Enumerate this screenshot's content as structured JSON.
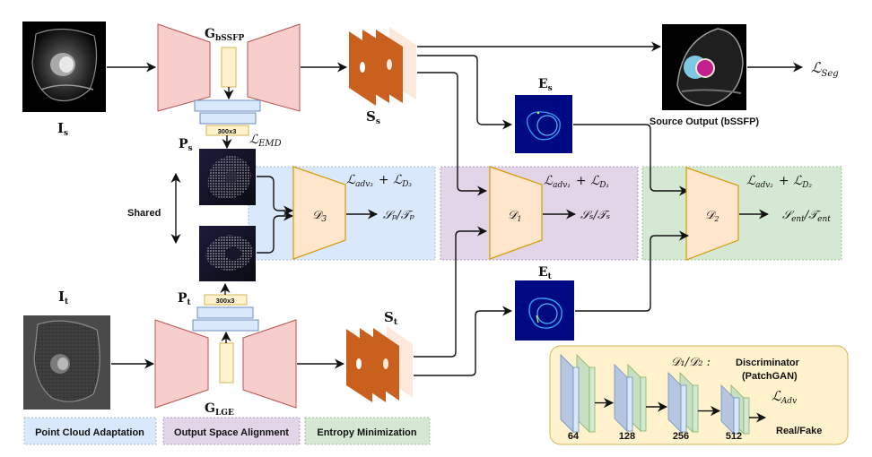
{
  "inputs": {
    "source_image_label": "I",
    "source_image_sub": "s",
    "target_image_label": "I",
    "target_image_sub": "t"
  },
  "generators": {
    "source": {
      "label": "G",
      "sub": "bSSFP",
      "bottleneck_label": "300x3"
    },
    "target": {
      "label": "G",
      "sub": "LGE",
      "bottleneck_label": "300x3"
    }
  },
  "point_clouds": {
    "source_label": "P",
    "source_sub": "s",
    "target_label": "P",
    "target_sub": "t",
    "emd_loss_main": "ℒ",
    "emd_loss_sub": "EMD",
    "shared_label": "Shared"
  },
  "segmentations": {
    "source_label": "S",
    "source_sub": "s",
    "target_label": "S",
    "target_sub": "t"
  },
  "entropy_maps": {
    "source_label": "E",
    "source_sub": "s",
    "target_label": "E",
    "target_sub": "t"
  },
  "source_output": {
    "caption": "Source Output (bSSFP)",
    "loss_main": "ℒ",
    "loss_sub": "Seg"
  },
  "discriminators": {
    "d3": {
      "name": "𝒟",
      "sub": "3",
      "loss": "ℒ",
      "loss_sub": "adv₃",
      "loss2_sub": "D₃",
      "output": "𝒮ₚ/𝒯ₚ"
    },
    "d1": {
      "name": "𝒟",
      "sub": "1",
      "loss": "ℒ",
      "loss_sub": "adv₁",
      "loss2_sub": "D₁",
      "output": "𝒮ₛ/𝒯ₛ"
    },
    "d2": {
      "name": "𝒟",
      "sub": "2",
      "loss": "ℒ",
      "loss_sub": "adv₂",
      "loss2_sub": "D₂",
      "output_main_s": "𝒮",
      "output_main_t": "𝒯",
      "output_sub": "ent"
    }
  },
  "legend": {
    "point_cloud": {
      "label": "Point Cloud Adaptation",
      "color": "#dae8fc"
    },
    "output_space": {
      "label": "Output Space Alignment",
      "color": "#e1d5e7"
    },
    "entropy": {
      "label": "Entropy Minimization",
      "color": "#d5e8d4"
    }
  },
  "patchgan": {
    "title_math": "𝒟₁/𝒟₂ :",
    "title": "Discriminator",
    "subtitle": "(PatchGAN)",
    "loss_main": "ℒ",
    "loss_sub": "Adv",
    "output_label": "Real/Fake",
    "layers": [
      "64",
      "128",
      "256",
      "512"
    ]
  },
  "colors": {
    "generator_fill": "#f8cecc",
    "generator_stroke": "#b85450",
    "bottleneck_fill": "#fff2cc",
    "bottleneck_stroke": "#d6b656",
    "decoder_fill": "#dae8fc",
    "decoder_stroke": "#6c8ebf",
    "seg_fill": "#c9601e",
    "seg_back": "#fde9dc",
    "disc_fill": "#ffe6cc",
    "disc_stroke": "#d79b00",
    "entropy_bg": "#000a80",
    "patch_bg": "#fff2cc",
    "patch_stroke": "#d6b656"
  }
}
